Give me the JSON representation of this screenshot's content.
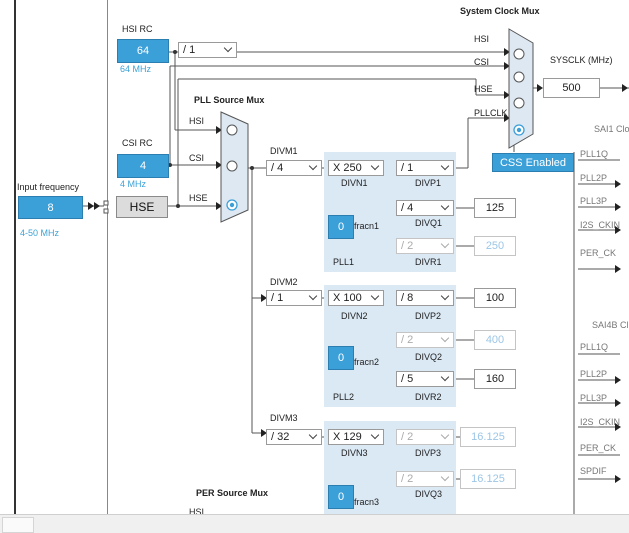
{
  "input": {
    "label": "Input frequency",
    "value": "8",
    "range": "4-50 MHz",
    "hse_label": "HSE"
  },
  "hsi_rc": {
    "label": "HSI RC",
    "value": "64",
    "freq": "64 MHz",
    "divider": "/ 1"
  },
  "csi_rc": {
    "label": "CSI RC",
    "value": "4",
    "freq": "4 MHz"
  },
  "pll_source_mux": {
    "title": "PLL Source Mux",
    "inputs": [
      "HSI",
      "CSI",
      "HSE"
    ]
  },
  "system_clock_mux": {
    "title": "System Clock Mux",
    "inputs": [
      "HSI",
      "CSI",
      "HSE",
      "PLLCLK"
    ]
  },
  "sysclk": {
    "label": "SYSCLK (MHz)",
    "value": "500"
  },
  "css_button": "CSS Enabled",
  "pll1": {
    "divm_label": "DIVM1",
    "divm": "/ 4",
    "divn": "X 250",
    "divn_label": "DIVN1",
    "fracn": "0",
    "fracn_label": "fracn1",
    "name": "PLL1",
    "p": {
      "div": "/ 1",
      "label": "DIVP1"
    },
    "q": {
      "div": "/ 4",
      "label": "DIVQ1",
      "out": "125"
    },
    "r": {
      "div": "/ 2",
      "label": "DIVR1",
      "out": "250"
    }
  },
  "pll2": {
    "divm_label": "DIVM2",
    "divm": "/ 1",
    "divn": "X 100",
    "divn_label": "DIVN2",
    "fracn": "0",
    "fracn_label": "fracn2",
    "name": "PLL2",
    "p": {
      "div": "/ 8",
      "label": "DIVP2",
      "out": "100"
    },
    "q": {
      "div": "/ 2",
      "label": "DIVQ2",
      "out": "400"
    },
    "r": {
      "div": "/ 5",
      "label": "DIVR2",
      "out": "160"
    }
  },
  "pll3": {
    "divm_label": "DIVM3",
    "divm": "/ 32",
    "divn": "X 129",
    "divn_label": "DIVN3",
    "fracn": "0",
    "fracn_label": "fracn3",
    "p": {
      "div": "/ 2",
      "label": "DIVP3",
      "out": "16.125"
    },
    "q": {
      "div": "/ 2",
      "label": "DIVQ3",
      "out": "16.125"
    }
  },
  "per_source_mux": {
    "title": "PER Source Mux",
    "first_input": "HSI"
  },
  "sai1": {
    "title": "SAI1 Clo",
    "inputs": [
      "PLL1Q",
      "PLL2P",
      "PLL3P",
      "I2S_CKIN",
      "PER_CK"
    ]
  },
  "sai4b": {
    "title": "SAI4B Cl",
    "inputs": [
      "PLL1Q",
      "PLL2P",
      "PLL3P",
      "I2S_CKIN",
      "PER_CK",
      "SPDIF"
    ]
  }
}
